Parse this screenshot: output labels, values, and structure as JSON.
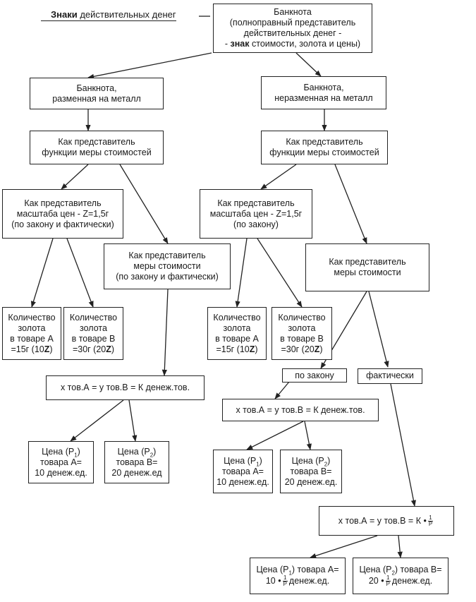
{
  "heading": {
    "bold": "Знаки",
    "rest": " действительных денег",
    "dash": "—"
  },
  "root": {
    "lines": [
      "Банкнота",
      "(полноправный представитель",
      "действительных денег -"
    ],
    "last_pre": "- ",
    "last_bold": "знак",
    "last_post": " стоимости, золота и цены)"
  },
  "left": {
    "branch": [
      "Банкнота,",
      "разменная на металл"
    ],
    "measure_function": [
      "Как представитель",
      "функции меры стоимостей"
    ],
    "scale": [
      "Как представитель",
      "масштаба цен - Z=1,5г",
      "(по закону и фактически)"
    ],
    "value_measure": [
      "Как представитель",
      "меры стоимости",
      "(по закону и фактически)"
    ],
    "gold_a": {
      "lines": [
        "Количество",
        "золота",
        "в товаре А"
      ],
      "last": "=15г (10",
      "z": "Z",
      "close": ")"
    },
    "gold_b": {
      "lines": [
        "Количество",
        "золота",
        "в товаре В"
      ],
      "last": "=30г (20",
      "z": "Z",
      "close": ")"
    },
    "equation": "х тов.А = у тов.В = К денеж.тов.",
    "price_a": {
      "pre": "Цена (Р",
      "sub": "1",
      "post": ")",
      "lines": [
        "товара А=",
        "10 денеж.ед."
      ]
    },
    "price_b": {
      "pre": "Цена (Р",
      "sub": "2",
      "post": ")",
      "lines": [
        "товара В=",
        "20 денеж.ед"
      ]
    }
  },
  "right": {
    "branch": [
      "Банкнота,",
      "неразменная на металл"
    ],
    "measure_function": [
      "Как представитель",
      "функции меры стоимостей"
    ],
    "scale": [
      "Как представитель",
      "масштаба цен - Z=1,5г",
      "(по закону)"
    ],
    "value_measure": [
      "Как представитель",
      "меры стоимости"
    ],
    "gold_a": {
      "lines": [
        "Количество",
        "золота",
        "в товаре А"
      ],
      "last": "=15г (10",
      "z": "Z",
      "close": ")"
    },
    "gold_b": {
      "lines": [
        "Количество",
        "золота",
        "в товаре В"
      ],
      "last": "=30г (20",
      "z": "Z",
      "close": ")"
    },
    "by_law": "по закону",
    "actual": "фактически",
    "equation": "х тов.А = у тов.В = К денеж.тов.",
    "price_a": {
      "pre": "Цена (Р",
      "sub": "1",
      "post": ")",
      "lines": [
        "товара А=",
        "10 денеж.ед."
      ]
    },
    "price_b": {
      "pre": "Цена (Р",
      "sub": "2",
      "post": ")",
      "lines": [
        "товара В=",
        "20 денеж.ед."
      ]
    },
    "equation2": {
      "text": "х тов.А = у тов.В = К •",
      "num": "1",
      "den": "P"
    },
    "price_a2": {
      "pre": "Цена (Р",
      "sub": "1",
      "post": ") товара А=",
      "lead": "10 •",
      "num": "1",
      "den": "P",
      "tail": "денеж.ед."
    },
    "price_b2": {
      "pre": "Цена (Р",
      "sub": "2",
      "post": ") товара В=",
      "lead": "20 •",
      "num": "1",
      "den": "P",
      "tail": "денеж.ед."
    }
  }
}
